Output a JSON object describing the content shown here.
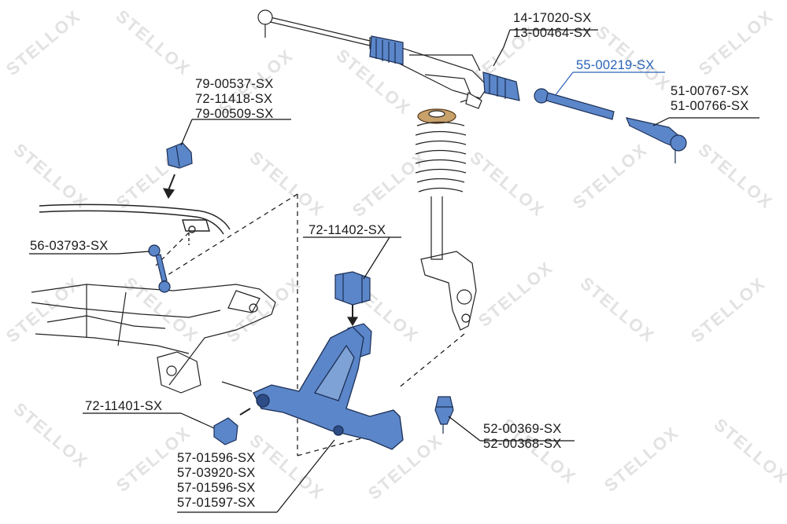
{
  "watermark": {
    "text": "STELLOX"
  },
  "colors": {
    "part_fill": "#5b86c9",
    "part_stroke": "#1c2f55",
    "highlight": "#2a63b8",
    "line": "#111111"
  },
  "callouts": {
    "steering_rack": [
      "14-17020-SX",
      "13-00464-SX"
    ],
    "inner_tie_rod": [
      "55-00219-SX"
    ],
    "tie_rod_end": [
      "51-00767-SX",
      "51-00766-SX"
    ],
    "stabilizer_bushing": [
      "79-00537-SX",
      "72-11418-SX",
      "79-00509-SX"
    ],
    "stabilizer_link": [
      "56-03793-SX"
    ],
    "rear_arm_bushing": [
      "72-11402-SX"
    ],
    "front_arm_bushing": [
      "72-11401-SX"
    ],
    "ball_joint": [
      "52-00369-SX",
      "52-00368-SX"
    ],
    "control_arm": [
      "57-01596-SX",
      "57-03920-SX",
      "57-01596-SX",
      "57-01597-SX"
    ]
  }
}
